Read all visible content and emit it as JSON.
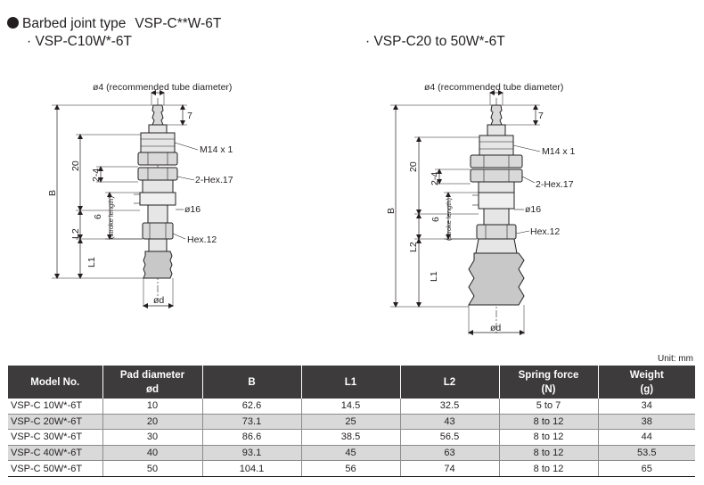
{
  "heading": {
    "type": "Barbed joint type",
    "model": "VSP-C**W-6T"
  },
  "sub_left": "· VSP-C10W*-6T",
  "sub_right": "· VSP-C20 to 50W*-6T",
  "drawing_left": {
    "tube": "ø4 (recommended tube diameter)",
    "dim_7": "7",
    "thread": "M14 x 1",
    "dim_20": "20",
    "dim_2_4": "2-4",
    "hex17": "2-Hex.17",
    "dim_6": "6",
    "stroke": "(stroke length)",
    "phi16": "ø16",
    "dim_B": "B",
    "dim_L2": "L2",
    "hex12": "Hex.12",
    "dim_L1": "L1",
    "od": "ød"
  },
  "drawing_right": {
    "tube": "ø4 (recommended tube diameter)",
    "dim_7": "7",
    "thread": "M14 x 1",
    "dim_20": "20",
    "dim_2_4": "2-4",
    "hex17": "2-Hex.17",
    "dim_6": "6",
    "stroke": "(stroke length)",
    "phi16": "ø16",
    "dim_B": "B",
    "dim_L2": "L2",
    "hex12": "Hex.12",
    "dim_L1": "L1",
    "od": "ød"
  },
  "unit": "Unit: mm",
  "table": {
    "headers": [
      {
        "line1": "Model No.",
        "line2": ""
      },
      {
        "line1": "Pad diameter",
        "line2": "ød"
      },
      {
        "line1": "B",
        "line2": ""
      },
      {
        "line1": "L1",
        "line2": ""
      },
      {
        "line1": "L2",
        "line2": ""
      },
      {
        "line1": "Spring force",
        "line2": "(N)"
      },
      {
        "line1": "Weight",
        "line2": "(g)"
      }
    ],
    "rows": [
      [
        "VSP-C 10W*-6T",
        "10",
        "62.6",
        "14.5",
        "32.5",
        "5 to 7",
        "34"
      ],
      [
        "VSP-C 20W*-6T",
        "20",
        "73.1",
        "25",
        "43",
        "8 to 12",
        "38"
      ],
      [
        "VSP-C 30W*-6T",
        "30",
        "86.6",
        "38.5",
        "56.5",
        "8 to 12",
        "44"
      ],
      [
        "VSP-C 40W*-6T",
        "40",
        "93.1",
        "45",
        "63",
        "8 to 12",
        "53.5"
      ],
      [
        "VSP-C 50W*-6T",
        "50",
        "104.1",
        "56",
        "74",
        "8 to 12",
        "65"
      ]
    ]
  }
}
